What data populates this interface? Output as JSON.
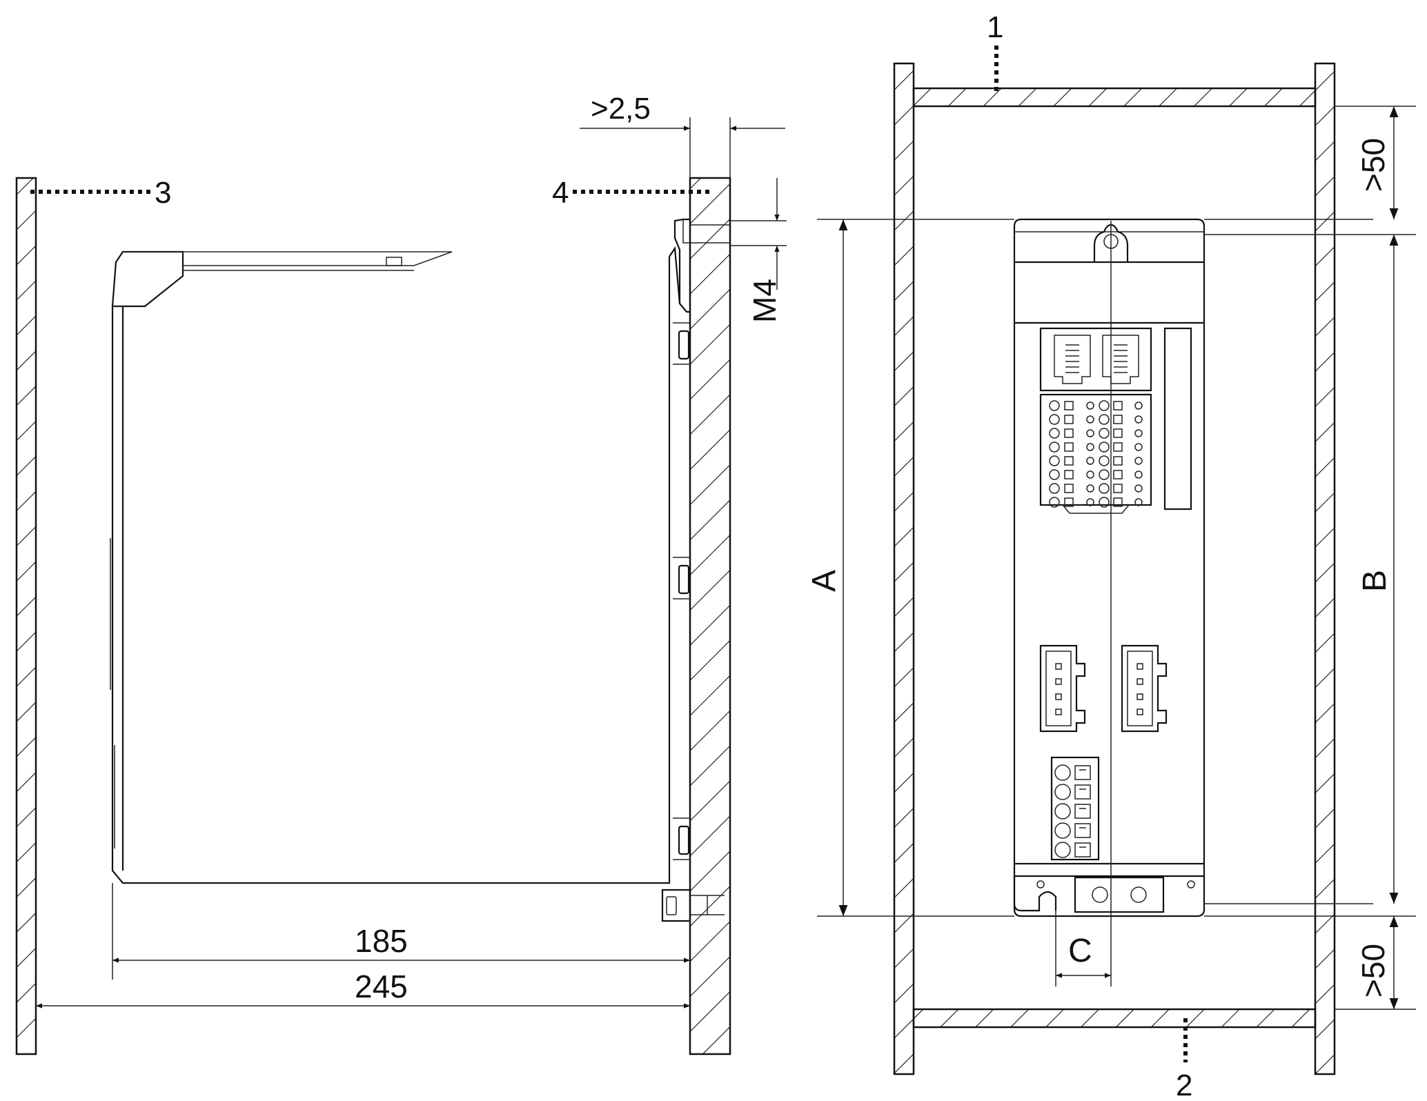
{
  "callouts": {
    "c1": "1",
    "c2": "2",
    "c3": "3",
    "c4": "4"
  },
  "dimensions": {
    "gap": ">2,5",
    "screw": "M4",
    "depth_housing": "185",
    "depth_total": "245",
    "height_A": "A",
    "height_B": "B",
    "clearance_top": ">50",
    "clearance_bottom": ">50",
    "offset_C": "C"
  },
  "icons": {
    "hatch": "hatch-pattern-icon",
    "arrowhead": "arrowhead-icon",
    "rj45": "rj45-port-icon"
  }
}
